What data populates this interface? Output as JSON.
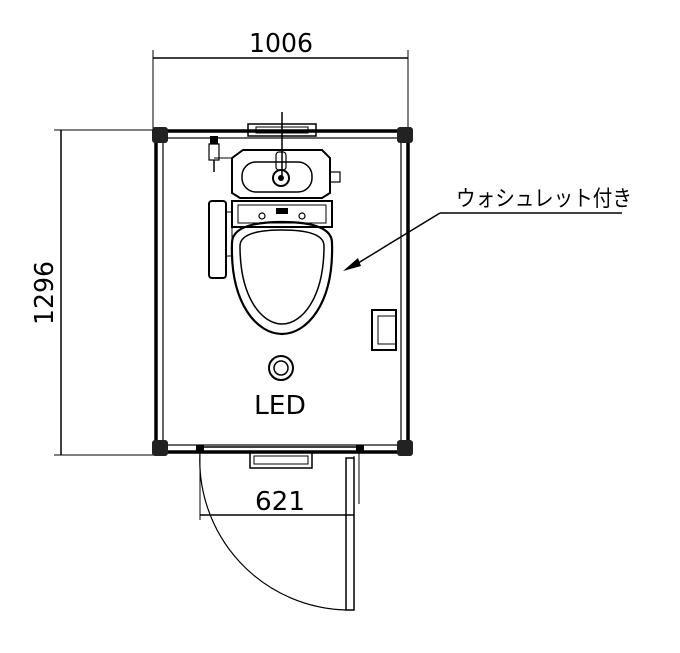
{
  "dimensions": {
    "width": "1006",
    "height": "1296",
    "door": "621"
  },
  "labels": {
    "washlet": "ウォシュレット付き",
    "light": "LED"
  }
}
